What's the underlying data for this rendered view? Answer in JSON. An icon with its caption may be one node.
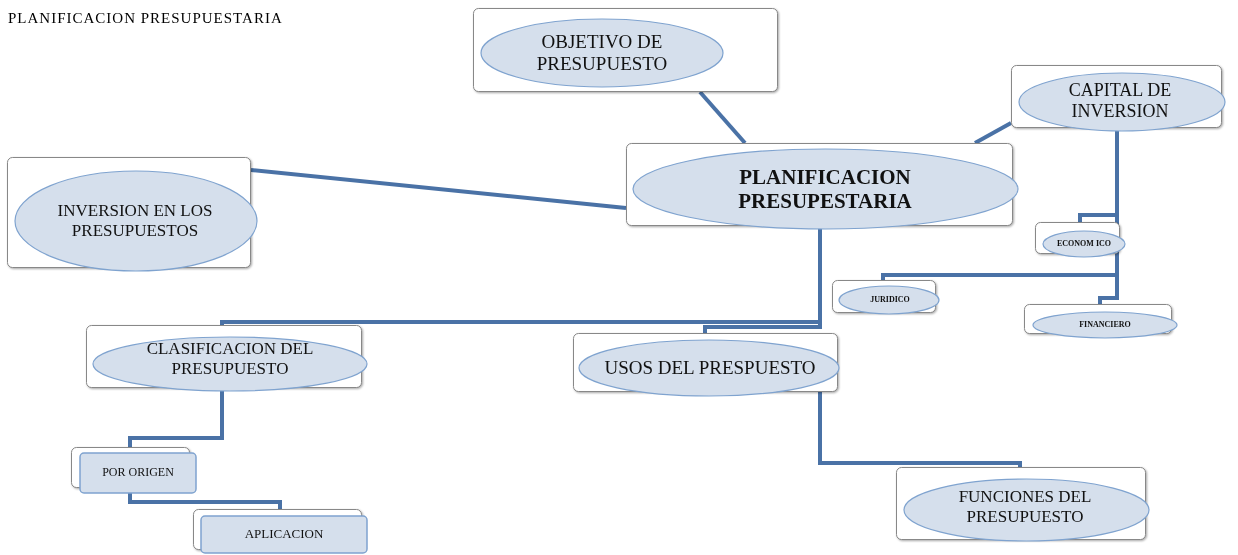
{
  "diagram": {
    "title": "PLANIFICACION PRESUPUESTARIA",
    "nodes": [
      {
        "text": [
          "OBJETIVO DE PRESUPUESTO"
        ]
      },
      {
        "text": [
          "CAPITAL DE INVERSION"
        ]
      },
      {
        "text": [
          "PLANIFICACION PRESUPESTARIA"
        ]
      },
      {
        "text": [
          "INVERSION EN LOS PRESUPUESTOS"
        ]
      },
      {
        "text": [
          "ECONOM ICO"
        ]
      },
      {
        "text": [
          "JURIDICO"
        ]
      },
      {
        "text": [
          "FINANCIERO"
        ]
      },
      {
        "text": [
          "CLASIFICACION DEL PRESUPUESTO"
        ]
      },
      {
        "text": [
          "USOS DEL PRESPUESTO"
        ]
      },
      {
        "text": [
          "POR ORIGEN"
        ]
      },
      {
        "text": [
          "APLICACION"
        ]
      },
      {
        "text": [
          "FUNCIONES DEL PRESUPUESTO"
        ]
      }
    ],
    "edges": [
      {
        "from": 0,
        "to": 2,
        "arrow": "none"
      },
      {
        "from": 1,
        "to": 2,
        "arrow": "none"
      },
      {
        "from": 3,
        "to": 2,
        "arrow": "none"
      },
      {
        "from": 2,
        "to": 7,
        "arrow": "none"
      },
      {
        "from": 2,
        "to": 8,
        "arrow": "none"
      },
      {
        "from": 1,
        "to": 4,
        "arrow": "none"
      },
      {
        "from": 1,
        "to": 5,
        "arrow": "none"
      },
      {
        "from": 1,
        "to": 6,
        "arrow": "none"
      },
      {
        "from": 7,
        "to": 9,
        "arrow": "none"
      },
      {
        "from": 9,
        "to": 10,
        "arrow": "none"
      },
      {
        "from": 8,
        "to": 11,
        "arrow": "none"
      }
    ]
  }
}
